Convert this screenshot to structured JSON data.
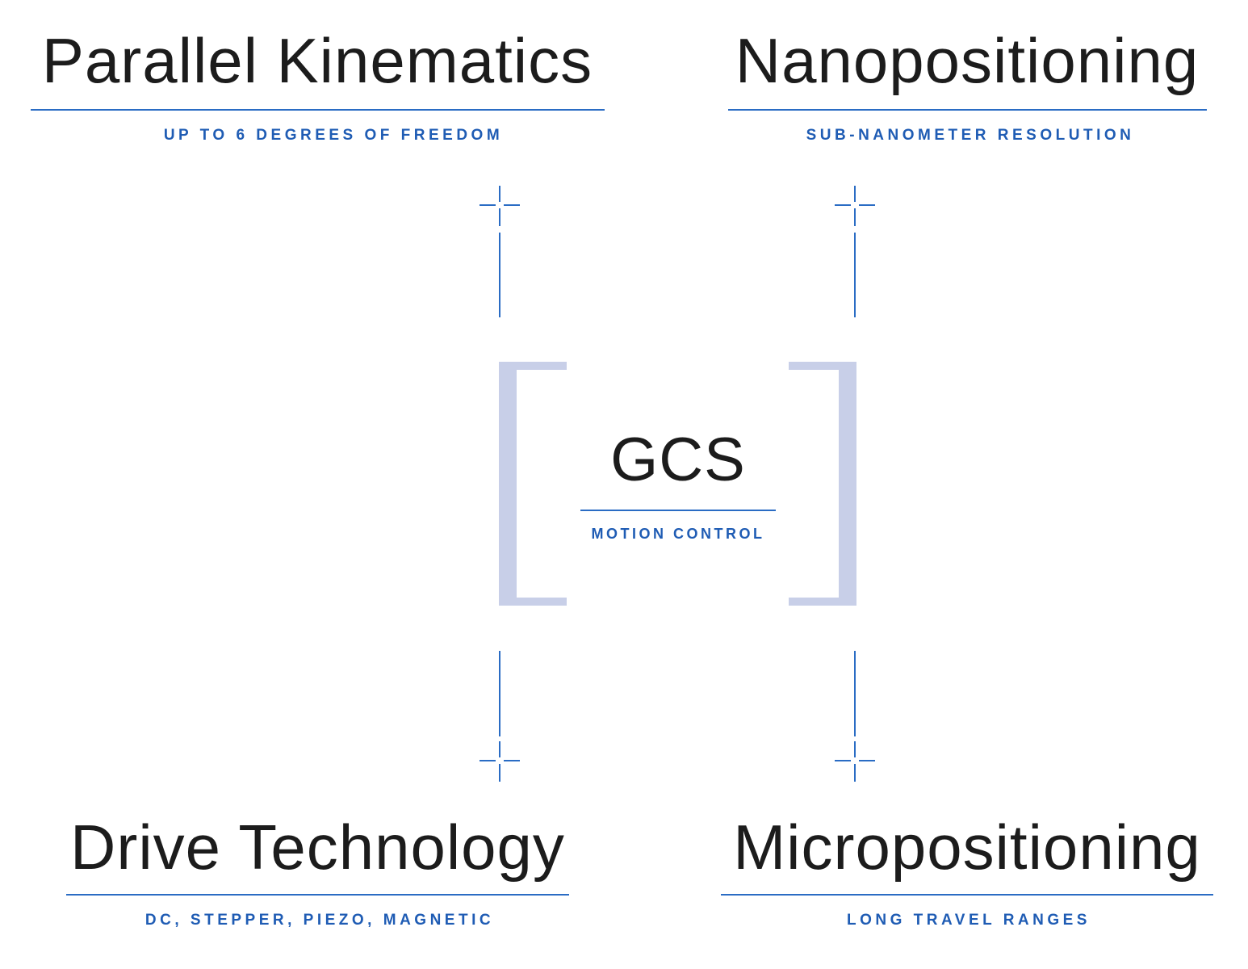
{
  "center": {
    "title": "GCS",
    "subtitle": "MOTION CONTROL"
  },
  "quadrants": [
    {
      "title": "Parallel Kinematics",
      "subtitle": "UP TO 6 DEGREES OF FREEDOM"
    },
    {
      "title": "Nanopositioning",
      "subtitle": "SUB-NANOMETER RESOLUTION"
    },
    {
      "title": "Drive Technology",
      "subtitle": "DC, STEPPER, PIEZO, MAGNETIC"
    },
    {
      "title": "Micropositioning",
      "subtitle": "LONG TRAVEL RANGES"
    }
  ],
  "colors": {
    "accent": "#2a6cc4",
    "bracket": "#c8cfe8",
    "text": "#1c1c1c"
  }
}
